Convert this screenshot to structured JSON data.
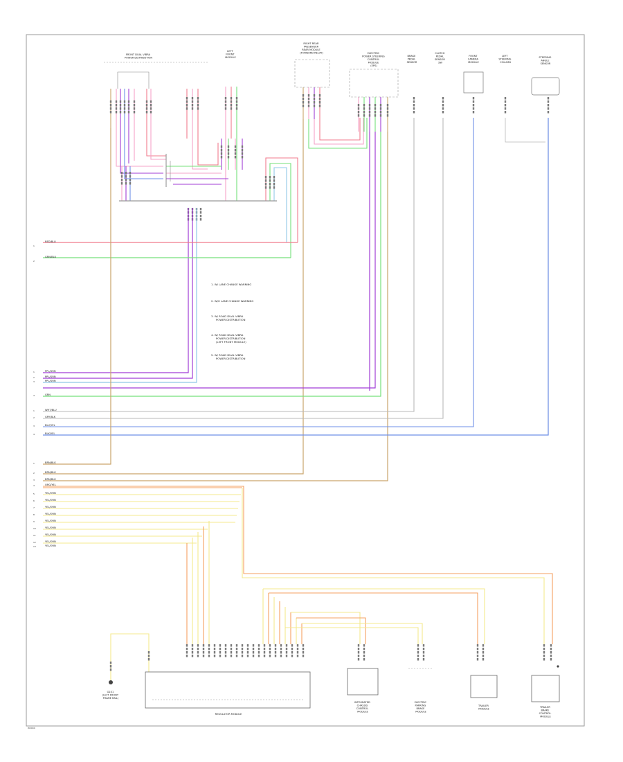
{
  "top_components": [
    {
      "lines": [
        "FRONT DUAL VIBRA",
        "POWER DISTRIBUTION"
      ]
    },
    {
      "lines": [
        "LEFT",
        "FRONT",
        "MODULE"
      ]
    },
    {
      "lines": [
        "RIGHT REAR",
        "PASSENGER",
        "REAR MODULE",
        "(FORWARD RELAY)"
      ]
    },
    {
      "lines": [
        "ELECTRIC",
        "POWER STEERING",
        "CONTROL",
        "MODULE",
        "(EPS)"
      ]
    },
    {
      "lines": [
        "BRAKE",
        "PEDAL",
        "SENSOR"
      ]
    },
    {
      "lines": [
        "CLUTCH",
        "PEDAL",
        "SENSOR",
        "SW"
      ]
    },
    {
      "lines": [
        "FRONT",
        "CAMERA",
        "MODULE"
      ]
    },
    {
      "lines": [
        "LEFT",
        "STEERING",
        "COLUMN"
      ]
    },
    {
      "lines": [
        "STEERING",
        "ANGLE",
        "SENSOR"
      ]
    }
  ],
  "bus_labels_top": [
    "RED/BLU",
    "GRN/BLU"
  ],
  "bus_labels_mid": [
    "PPL/GRN",
    "PPL/GRN",
    "PPL/GRN",
    "GRN"
  ],
  "bus_labels_low": [
    "WHT/BLU",
    "GRY/BLK",
    "BLU/YEL",
    "BLK/YEL"
  ],
  "bus_labels_power": [
    "BRN/BLK",
    "BRN/BLK",
    "BRN/BLK",
    "ORG/YEL",
    "YEL/ORN",
    "YEL/ORN",
    "YEL/ORN",
    "YEL/ORN",
    "YEL/ORN",
    "YEL/ORN",
    "YEL/ORN",
    "YEL/ORN",
    "YEL/ORN"
  ],
  "legend_notes": [
    {
      "lines": [
        "1. W/ LANE CHANGE WARNING"
      ]
    },
    {
      "lines": [
        "2. W/O LANE CHANGE WARNING"
      ]
    },
    {
      "lines": [
        "3. W/ ROAD DUAL VIBRA",
        "POWER DISTRIBUTION"
      ]
    },
    {
      "lines": [
        "4. W/ ROAD DUAL VIBRA",
        "POWER DISTRIBUTION",
        "(LEFT FRONT MODULE)"
      ]
    },
    {
      "lines": [
        "5. W/ ROAD DUAL VIBRA",
        "POWER DISTRIBUTION"
      ]
    }
  ],
  "bottom_components": [
    {
      "lines": [
        "G101",
        "(LEFT FRONT",
        "FRAME RAIL)"
      ]
    },
    {
      "lines": [
        "REGULATOR MODULE"
      ]
    },
    {
      "lines": [
        "INTEGRATED",
        "CHASSIS",
        "CONTROL",
        "MODULE"
      ]
    },
    {
      "lines": [
        "ELECTRIC",
        "PARKING",
        "BRAKE",
        "MODULE"
      ]
    },
    {
      "lines": [
        "TRAILER",
        "MODULE"
      ]
    },
    {
      "lines": [
        "TRAILER",
        "BRAKE",
        "CONTROL",
        "MODULE"
      ]
    }
  ],
  "footer_code": "W2004",
  "colors": {
    "frame": "#9a9a9a",
    "red": "#f07b8c",
    "pink": "#f6a3c8",
    "purple": "#a03cd6",
    "green": "#74e07a",
    "blue": "#6e8fe8",
    "lightblue": "#8fc8e8",
    "brown": "#c9a46a",
    "orange": "#f5a060",
    "yellow": "#f4e98c",
    "gray": "#b9b9b9",
    "connector": "#7a7a7a"
  }
}
